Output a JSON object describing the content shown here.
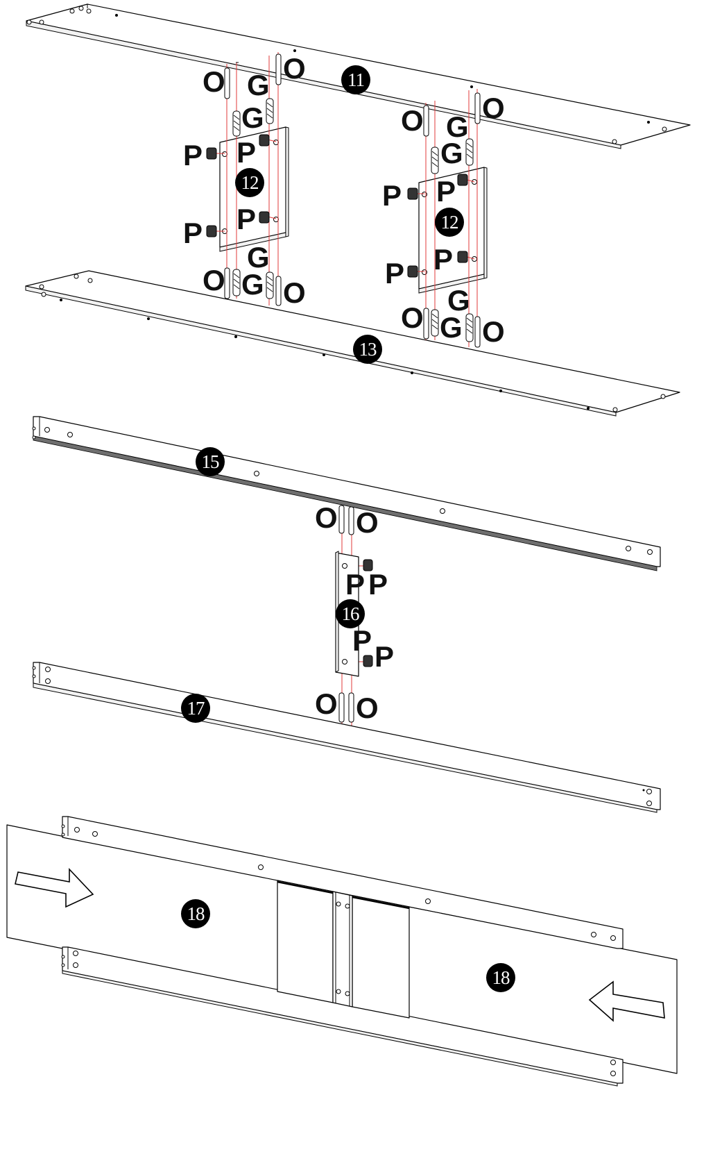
{
  "parts": [
    {
      "id": "part-11",
      "number": "11"
    },
    {
      "id": "part-12a",
      "number": "12"
    },
    {
      "id": "part-12b",
      "number": "12"
    },
    {
      "id": "part-13",
      "number": "13"
    },
    {
      "id": "part-15",
      "number": "15"
    },
    {
      "id": "part-16",
      "number": "16"
    },
    {
      "id": "part-17",
      "number": "17"
    },
    {
      "id": "part-18a",
      "number": "18"
    },
    {
      "id": "part-18b",
      "number": "18"
    }
  ],
  "hardware_labels": {
    "O": "O",
    "G": "G",
    "P": "P"
  },
  "colors": {
    "line": "#000000",
    "guide": "#e23a3a",
    "badge": "#000000",
    "background": "#ffffff"
  },
  "icons": {
    "left_arrow": "right-pointing-arrow-icon",
    "right_arrow": "left-pointing-arrow-icon"
  }
}
